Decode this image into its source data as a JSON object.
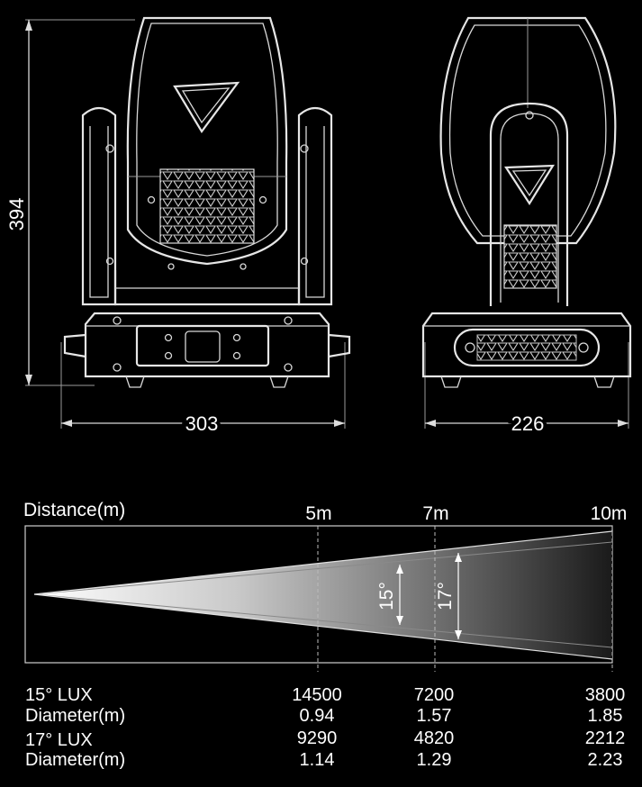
{
  "dimensions": {
    "height": "394",
    "width_front": "303",
    "width_side": "226"
  },
  "beam": {
    "title": "Distance(m)",
    "distance_labels": [
      "5m",
      "7m",
      "10m"
    ],
    "angle_labels": [
      "15°",
      "17°"
    ]
  },
  "table": {
    "rows": [
      {
        "label": "15° LUX",
        "values": [
          "14500",
          "7200",
          "3800"
        ]
      },
      {
        "label": "Diameter(m)",
        "values": [
          "0.94",
          "1.57",
          "1.85"
        ]
      },
      {
        "label": "17° LUX",
        "values": [
          "9290",
          "4820",
          "2212"
        ]
      },
      {
        "label": "Diameter(m)",
        "values": [
          "1.14",
          "1.29",
          "2.23"
        ]
      }
    ]
  },
  "colors": {
    "background": "#000000",
    "line": "#ffffff"
  }
}
